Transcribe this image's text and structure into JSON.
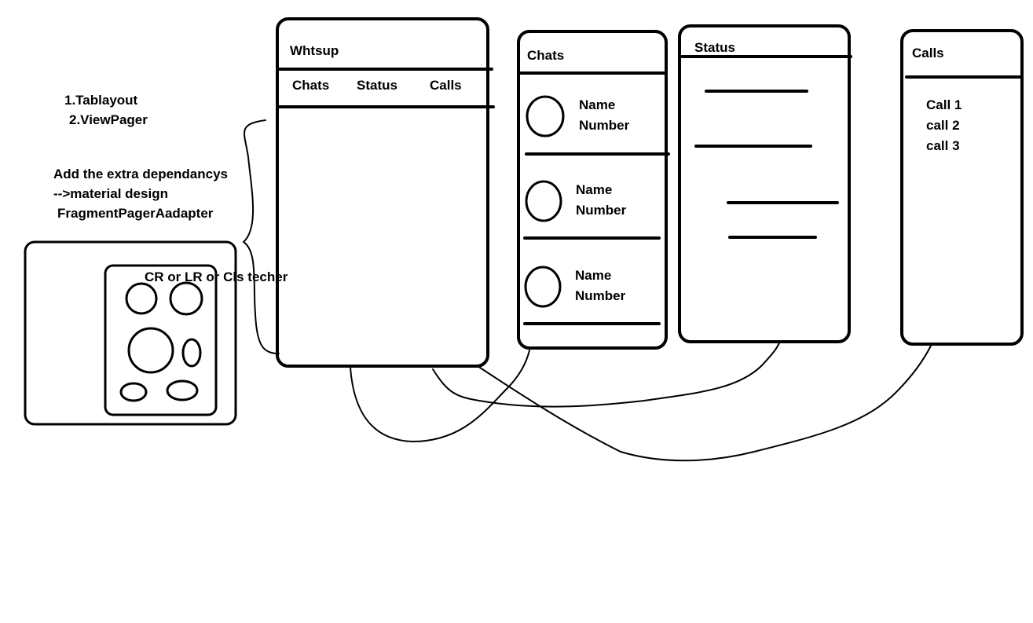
{
  "notes": {
    "line1": "1.Tablayout",
    "line2": "2.ViewPager",
    "deps1": "Add the extra dependancys",
    "deps2": "-->material design",
    "deps3": "FragmentPagerAadapter",
    "layouts": "CR or LR or Cls techer"
  },
  "main_screen": {
    "title": "Whtsup",
    "tabs": [
      "Chats",
      "Status",
      "Calls"
    ]
  },
  "chats_screen": {
    "title": "Chats",
    "items": [
      {
        "name": "Name",
        "number": "Number"
      },
      {
        "name": "Name",
        "number": "Number"
      },
      {
        "name": "Name",
        "number": "Number"
      }
    ]
  },
  "status_screen": {
    "title": "Status"
  },
  "calls_screen": {
    "title": "Calls",
    "items": [
      "Call 1",
      "call 2",
      "call 3"
    ]
  }
}
